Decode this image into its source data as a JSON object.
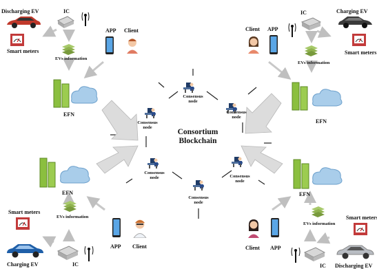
{
  "center": {
    "line1": "Consortium",
    "line2": "Blockchain"
  },
  "consensus": {
    "line1": "Consensus",
    "line2": "node"
  },
  "quadrants": {
    "top_left": {
      "ev": "Discharging EV",
      "ic": "IC",
      "meters": "Smart meters",
      "info": "EVs information",
      "app": "APP",
      "client": "Client",
      "efn": "EFN"
    },
    "top_right": {
      "ev": "Charging EV",
      "ic": "IC",
      "meters": "Smart meters",
      "info": "EVs information",
      "app": "APP",
      "client": "Client",
      "efn": "EFN"
    },
    "bottom_left": {
      "ev": "Charging EV",
      "ic": "IC",
      "meters": "Smart meters",
      "info": "EVs information",
      "app": "APP",
      "client": "Client",
      "efn": "EFN"
    },
    "bottom_right": {
      "ev": "Discharging EV",
      "ic": "IC",
      "meters": "Smart meters",
      "info": "EVs information",
      "app": "APP",
      "client": "Client",
      "efn": "EFN"
    }
  },
  "colors": {
    "red_car": "#c0392b",
    "black_car": "#3a3a3a",
    "blue_car": "#1f5fa8",
    "silver_car": "#b8bcc2",
    "cloud": "#a9cdea",
    "server": "#8bbf3f",
    "arrow": "#d9d9d9"
  }
}
